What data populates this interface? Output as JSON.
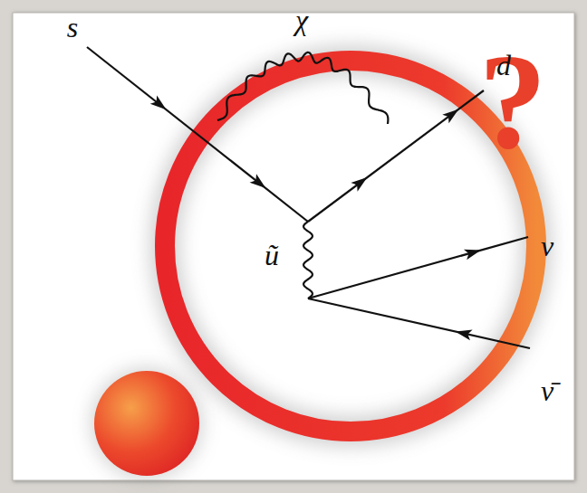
{
  "diagram": {
    "labels": [
      "s",
      "χ",
      "d",
      "?",
      "ũ",
      "ν",
      "ν̄"
    ]
  }
}
